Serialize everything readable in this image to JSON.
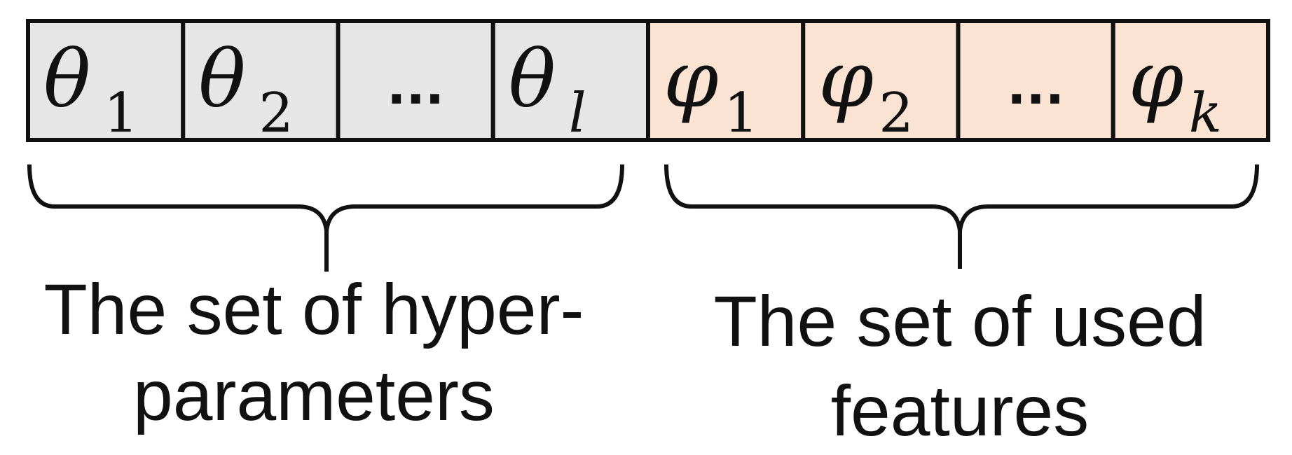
{
  "colors": {
    "hyperparam_fill": "#e6e6e6",
    "feature_fill": "#fbe3d3",
    "stroke": "#111111"
  },
  "vector": {
    "cells": [
      {
        "group": "hyperparameters",
        "symbol": "θ",
        "subscript": "1",
        "sub_italic": false
      },
      {
        "group": "hyperparameters",
        "symbol": "θ",
        "subscript": "2",
        "sub_italic": false
      },
      {
        "group": "hyperparameters",
        "symbol": "...",
        "subscript": "",
        "sub_italic": false
      },
      {
        "group": "hyperparameters",
        "symbol": "θ",
        "subscript": "l",
        "sub_italic": true
      },
      {
        "group": "features",
        "symbol": "φ",
        "subscript": "1",
        "sub_italic": false
      },
      {
        "group": "features",
        "symbol": "φ",
        "subscript": "2",
        "sub_italic": false
      },
      {
        "group": "features",
        "symbol": "...",
        "subscript": "",
        "sub_italic": false
      },
      {
        "group": "features",
        "symbol": "φ",
        "subscript": "k",
        "sub_italic": true
      }
    ]
  },
  "labels": {
    "hyperparameters": {
      "line1": "The set of hyper-",
      "line2": "parameters"
    },
    "features": {
      "line1": "The set of used",
      "line2": "features"
    }
  }
}
